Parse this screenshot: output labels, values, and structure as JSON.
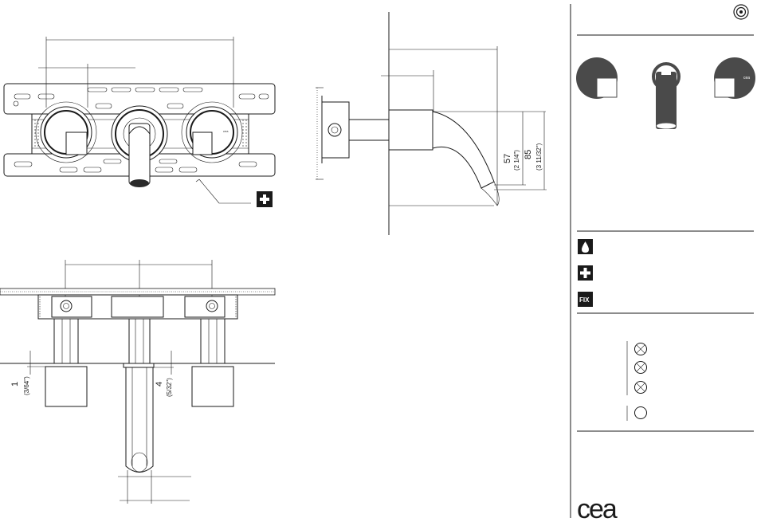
{
  "side_view": {
    "dim_projection_mm": "57",
    "dim_projection_in": "(2 1/4\")",
    "dim_height_mm": "85",
    "dim_height_in": "(3 11/32\")"
  },
  "section_view": {
    "dim_left_mm": "1",
    "dim_left_in": "(3/64\")",
    "dim_center_mm": "4",
    "dim_center_in": "(5/32\")"
  },
  "product_marking": "cea",
  "side_panel": {
    "icons": [
      {
        "name": "water-drop-icon",
        "label": ""
      },
      {
        "name": "plus-icon",
        "label": ""
      },
      {
        "name": "fix-icon",
        "label": "FIX"
      }
    ],
    "brand_logo": "cea"
  },
  "colors": {
    "ink": "#1a1a1a",
    "finish": "#4a4a4a",
    "background": "#ffffff"
  }
}
